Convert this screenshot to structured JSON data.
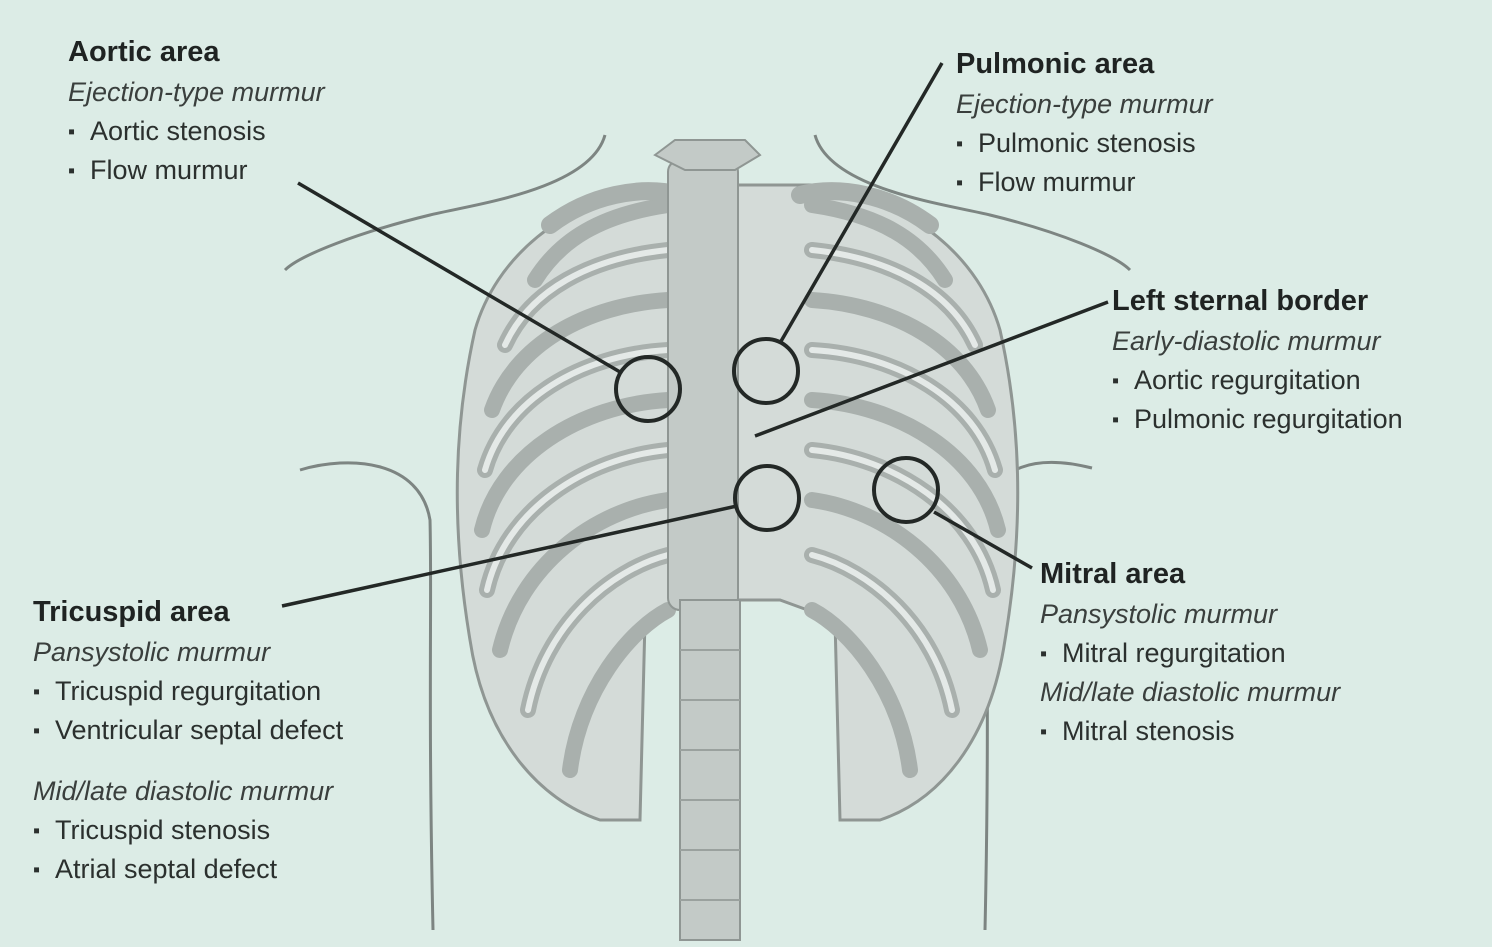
{
  "areas": {
    "aortic": {
      "title": "Aortic area",
      "murmur": "Ejection-type murmur",
      "items": [
        "Aortic stenosis",
        "Flow murmur"
      ]
    },
    "pulmonic": {
      "title": "Pulmonic area",
      "murmur": "Ejection-type murmur",
      "items": [
        "Pulmonic stenosis",
        "Flow murmur"
      ]
    },
    "left_sternal": {
      "title": "Left sternal border",
      "murmur": "Early-diastolic murmur",
      "items": [
        "Aortic regurgitation",
        "Pulmonic regurgitation"
      ]
    },
    "mitral": {
      "title": "Mitral area",
      "murmur": "Pansystolic murmur",
      "items": [
        "Mitral regurgitation"
      ],
      "murmur2": "Mid/late diastolic murmur",
      "items2": [
        "Mitral stenosis"
      ]
    },
    "tricuspid": {
      "title": "Tricuspid area",
      "murmur": "Pansystolic murmur",
      "items": [
        "Tricuspid regurgitation",
        "Ventricular septal defect"
      ],
      "murmur2": "Mid/late diastolic murmur",
      "items2": [
        "Tricuspid stenosis",
        "Atrial septal defect"
      ]
    }
  },
  "colors": {
    "background": "#dcece6",
    "bone": "#c9cfcc",
    "bone_outline": "#8f9693",
    "leader": "#1f2322"
  }
}
